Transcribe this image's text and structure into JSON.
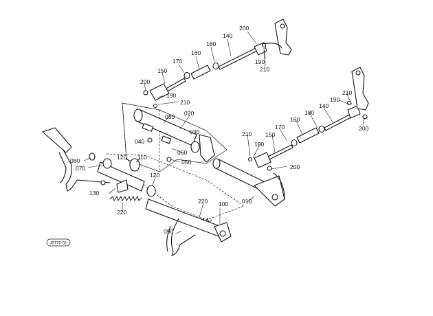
{
  "diagram": {
    "drawing_code": "J0770-01",
    "part_labels": [
      "200",
      "140",
      "180",
      "160",
      "170",
      "190",
      "210",
      "150",
      "200",
      "190",
      "210",
      "020",
      "030",
      "030",
      "040",
      "060",
      "050",
      "080",
      "070",
      "120",
      "110",
      "120",
      "130",
      "220",
      "010",
      "200",
      "210",
      "190",
      "150",
      "170",
      "160",
      "180",
      "140",
      "210",
      "190",
      "200",
      "220",
      "100",
      "090"
    ]
  }
}
